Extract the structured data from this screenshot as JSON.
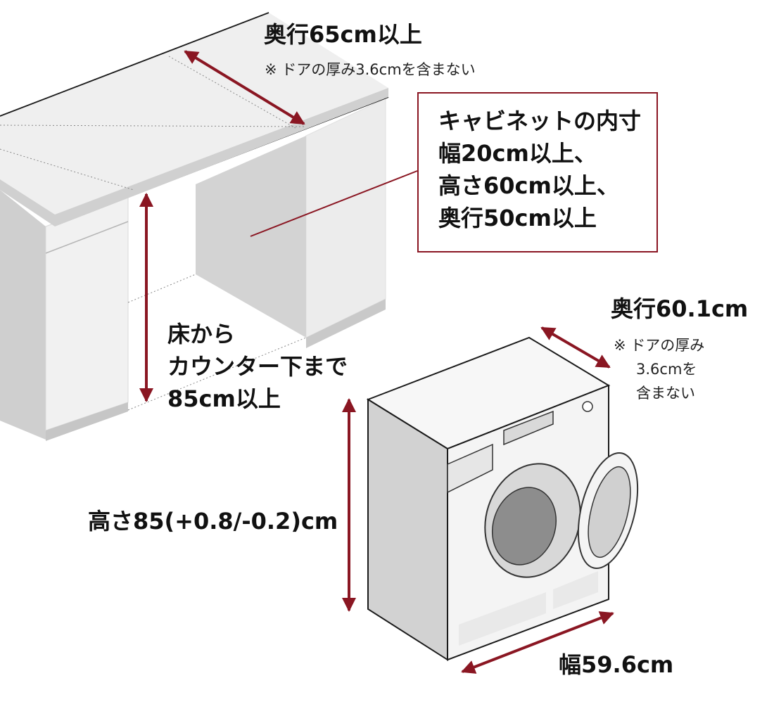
{
  "counter_depth": {
    "label": "奥行65cm以上",
    "note": "※ ドアの厚み3.6cmを含まない"
  },
  "cabinet_inner": {
    "lines": [
      "キャビネットの内寸",
      "幅20cm以上、",
      "高さ60cm以上、",
      "奥行50cm以上"
    ]
  },
  "floor_to_counter": {
    "lines": [
      "床から",
      "カウンター下まで",
      "85cm以上"
    ]
  },
  "washer_depth": {
    "label": "奥行60.1cm",
    "note_lines": [
      "※ ドアの厚み",
      "3.6cmを",
      "含まない"
    ]
  },
  "washer_height": {
    "label": "高さ85(+0.8/-0.2)cm"
  },
  "washer_width": {
    "label": "幅59.6cm"
  },
  "colors": {
    "accent": "#8a1622",
    "outline": "#1a1a1a",
    "panel_light": "#f2f2f2",
    "panel_mid": "#d6d6d6",
    "panel_dark": "#bdbdbd"
  },
  "icons": [
    "dimension-arrow-icon",
    "leader-line"
  ]
}
